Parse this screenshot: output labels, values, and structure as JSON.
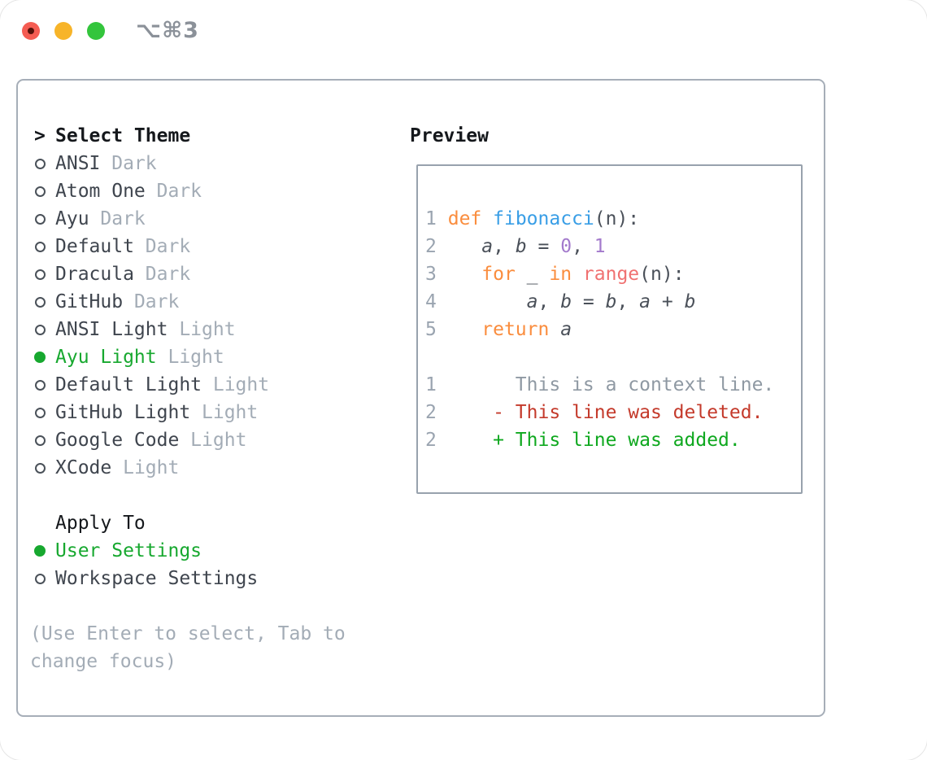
{
  "window": {
    "title": "⌥⌘3"
  },
  "titlebar": {
    "buttons": [
      "close",
      "minimize",
      "zoom"
    ]
  },
  "colors": {
    "accent_green": "#17A82F",
    "keyword_orange": "#FA8D3E",
    "function_blue": "#399EE6",
    "number_purple": "#A37ACC",
    "special_red": "#F07171",
    "deleted_red": "#C43A2B",
    "added_green": "#0FA81F",
    "muted_gray": "#A3ACB6",
    "text_dark": "#3F454E",
    "traffic_red": "#F45C52",
    "traffic_yellow": "#F7B429",
    "traffic_green": "#33C53C"
  },
  "sidebar": {
    "header": {
      "prompt": ">",
      "title": "Select Theme"
    },
    "themes": [
      {
        "name": "ANSI",
        "tag": "Dark",
        "selected": false
      },
      {
        "name": "Atom One",
        "tag": "Dark",
        "selected": false
      },
      {
        "name": "Ayu",
        "tag": "Dark",
        "selected": false
      },
      {
        "name": "Default",
        "tag": "Dark",
        "selected": false
      },
      {
        "name": "Dracula",
        "tag": "Dark",
        "selected": false
      },
      {
        "name": "GitHub",
        "tag": "Dark",
        "selected": false
      },
      {
        "name": "ANSI Light",
        "tag": "Light",
        "selected": false
      },
      {
        "name": "Ayu Light",
        "tag": "Light",
        "selected": true
      },
      {
        "name": "Default Light",
        "tag": "Light",
        "selected": false
      },
      {
        "name": "GitHub Light",
        "tag": "Light",
        "selected": false
      },
      {
        "name": "Google Code",
        "tag": "Light",
        "selected": false
      },
      {
        "name": "XCode",
        "tag": "Light",
        "selected": false
      }
    ],
    "apply": {
      "title": "Apply To",
      "options": [
        {
          "label": "User Settings",
          "selected": true
        },
        {
          "label": "Workspace Settings",
          "selected": false
        }
      ]
    },
    "hint_lines": [
      "(Use Enter to select, Tab to",
      "change focus)"
    ]
  },
  "preview": {
    "title": "Preview",
    "lines": [
      {
        "num": "1",
        "pad": 1,
        "segs": [
          {
            "t": "def",
            "s": "kw"
          },
          {
            "t": " ",
            "s": "code"
          },
          {
            "t": "fibonacci",
            "s": "fn"
          },
          {
            "t": "(n):",
            "s": "code"
          }
        ]
      },
      {
        "num": "2",
        "pad": 4,
        "segs": [
          {
            "t": "a",
            "s": "var"
          },
          {
            "t": ", ",
            "s": "code"
          },
          {
            "t": "b",
            "s": "var"
          },
          {
            "t": " = ",
            "s": "code"
          },
          {
            "t": "0",
            "s": "nm"
          },
          {
            "t": ", ",
            "s": "code"
          },
          {
            "t": "1",
            "s": "nm"
          }
        ]
      },
      {
        "num": "3",
        "pad": 4,
        "segs": [
          {
            "t": "for",
            "s": "kw"
          },
          {
            "t": " _ ",
            "s": "code"
          },
          {
            "t": "in",
            "s": "kw"
          },
          {
            "t": " ",
            "s": "code"
          },
          {
            "t": "range",
            "s": "sp"
          },
          {
            "t": "(n):",
            "s": "code"
          }
        ]
      },
      {
        "num": "4",
        "pad": 8,
        "segs": [
          {
            "t": "a",
            "s": "var"
          },
          {
            "t": ", ",
            "s": "code"
          },
          {
            "t": "b",
            "s": "var"
          },
          {
            "t": " = ",
            "s": "code"
          },
          {
            "t": "b",
            "s": "var"
          },
          {
            "t": ", ",
            "s": "code"
          },
          {
            "t": "a",
            "s": "var"
          },
          {
            "t": " + ",
            "s": "code"
          },
          {
            "t": "b",
            "s": "var"
          }
        ]
      },
      {
        "num": "5",
        "pad": 4,
        "segs": [
          {
            "t": "return",
            "s": "kw"
          },
          {
            "t": " ",
            "s": "code"
          },
          {
            "t": "a",
            "s": "var"
          }
        ]
      },
      {
        "blank": true
      },
      {
        "num": "1",
        "pad": 7,
        "segs": [
          {
            "t": "This is a context line.",
            "s": "ctx"
          }
        ]
      },
      {
        "num": "2",
        "pad": 5,
        "segs": [
          {
            "t": "- This line was deleted.",
            "s": "del"
          }
        ]
      },
      {
        "num": "2",
        "pad": 5,
        "segs": [
          {
            "t": "+ This line was added.",
            "s": "add"
          }
        ]
      }
    ]
  }
}
